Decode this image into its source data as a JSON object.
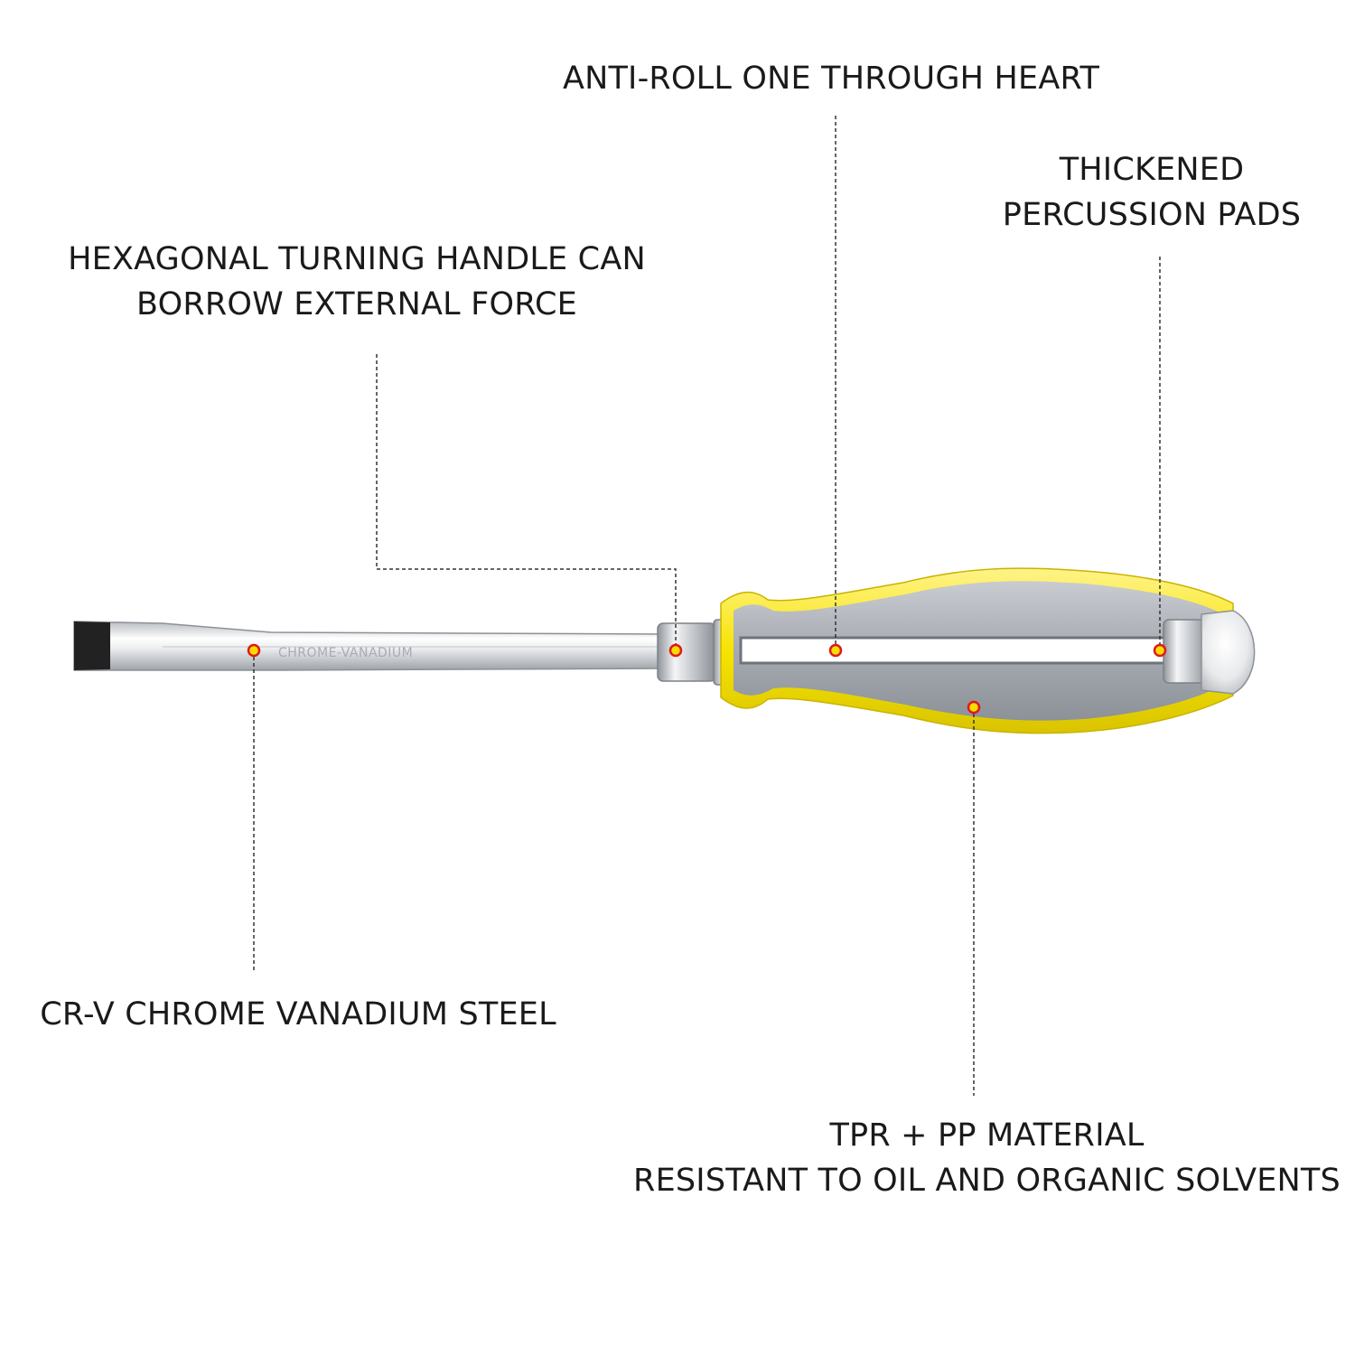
{
  "callouts": {
    "anti_roll": {
      "text": "ANTI-ROLL ONE THROUGH HEART"
    },
    "percussion_pads": {
      "line1": "THICKENED",
      "line2": "PERCUSSION PADS"
    },
    "hexagonal_handle": {
      "line1": "HEXAGONAL TURNING HANDLE CAN",
      "line2": "BORROW EXTERNAL FORCE"
    },
    "chrome_vanadium": {
      "text": "CR-V CHROME VANADIUM STEEL"
    },
    "material": {
      "line1": "TPR + PP MATERIAL",
      "line2": "RESISTANT TO OIL AND ORGANIC SOLVENTS"
    }
  },
  "shaft_engraving": "CHROME-VANADIUM",
  "colors": {
    "handle_outer": "#f6e400",
    "handle_inner": "#9a9ea5",
    "steel": "#d7dade",
    "tip": "#222222",
    "marker_fill": "#f6dd00",
    "marker_ring": "#e0191b"
  }
}
